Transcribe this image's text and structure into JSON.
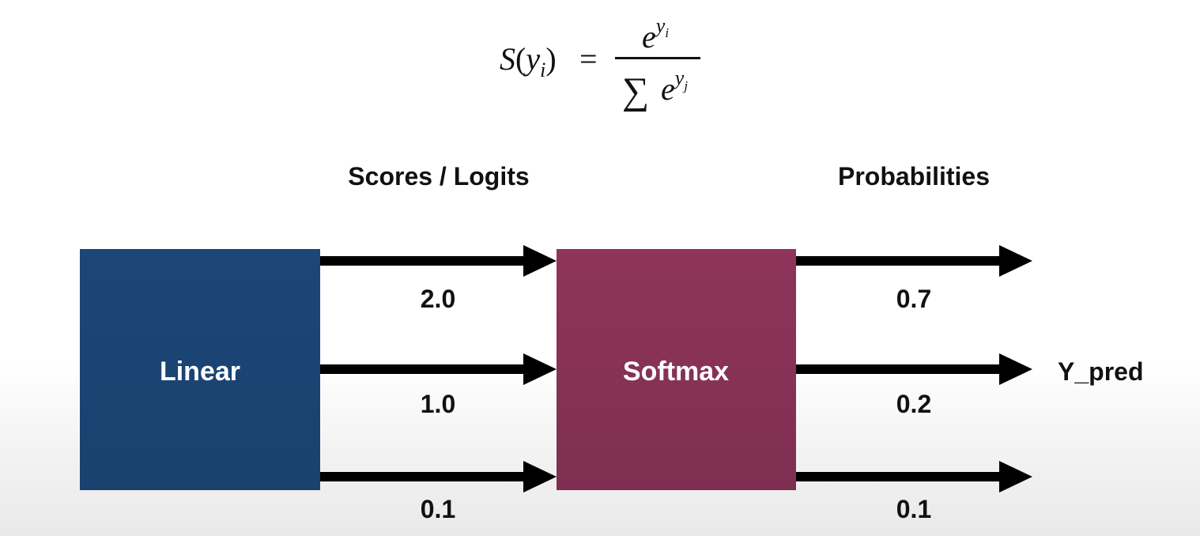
{
  "formula": {
    "lhs_S": "S",
    "lhs_open": "(",
    "lhs_var": "y",
    "lhs_sub": "i",
    "lhs_close": ")",
    "equals": "=",
    "num_base": "e",
    "num_exp": "y",
    "num_exp_sub": "i",
    "den_sum": "∑",
    "den_base": "e",
    "den_exp": "y",
    "den_exp_sub": "j"
  },
  "headers": {
    "scores": "Scores / Logits",
    "probabilities": "Probabilities"
  },
  "boxes": {
    "linear": "Linear",
    "softmax": "Softmax"
  },
  "logits": [
    "2.0",
    "1.0",
    "0.1"
  ],
  "probs": [
    "0.7",
    "0.2",
    "0.1"
  ],
  "output_label": "Y_pred",
  "colors": {
    "linear_box": "#1b4677",
    "softmax_box": "#8c3358",
    "arrow": "#000000"
  }
}
